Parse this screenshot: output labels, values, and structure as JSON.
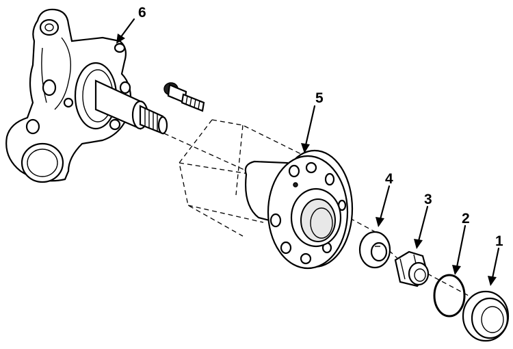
{
  "callouts": {
    "cap": "1",
    "o_ring": "2",
    "nut": "3",
    "washer": "4",
    "hub": "5",
    "knuckle": "6"
  }
}
